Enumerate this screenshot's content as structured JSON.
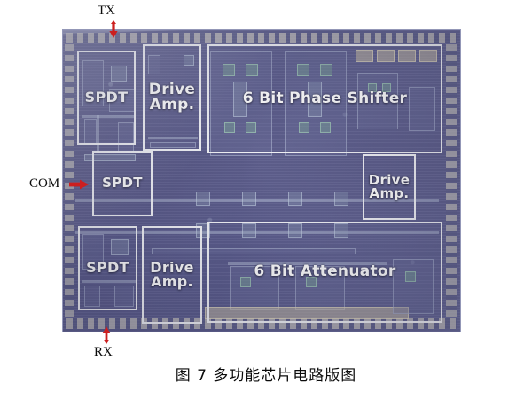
{
  "figure": {
    "caption": "图 7  多功能芯片电路版图",
    "image_kind": "die-micrograph",
    "colors": {
      "die_substrate": "#4e4f82",
      "region_outline": "#f2f3f7",
      "region_label": "#ffffff",
      "arrow": "#cc1f1f",
      "text": "#0b0b0b",
      "background": "#ffffff"
    }
  },
  "pins": [
    {
      "name": "tx",
      "label": "TX",
      "direction": "down",
      "arrow_icon": "arrow-down-icon"
    },
    {
      "name": "com",
      "label": "COM",
      "direction": "right",
      "arrow_icon": "arrow-right-icon"
    },
    {
      "name": "rx",
      "label": "RX",
      "direction": "up",
      "arrow_icon": "arrow-up-icon"
    }
  ],
  "regions": [
    {
      "id": "spdt-top",
      "label": "SPDT",
      "lines": [
        "SPDT"
      ],
      "font_size": 16
    },
    {
      "id": "drive-amp-top",
      "label": "Drive Amp.",
      "lines": [
        "Drive",
        "Amp."
      ],
      "font_size": 17
    },
    {
      "id": "phase-shifter",
      "label": "6 Bit Phase Shifter",
      "lines": [
        "6 Bit Phase Shifter"
      ],
      "font_size": 17
    },
    {
      "id": "spdt-mid",
      "label": "SPDT",
      "lines": [
        "SPDT"
      ],
      "font_size": 15
    },
    {
      "id": "drive-amp-right",
      "label": "Drive Amp.",
      "lines": [
        "Drive",
        "Amp."
      ],
      "font_size": 15
    },
    {
      "id": "spdt-bottom",
      "label": "SPDT",
      "lines": [
        "SPDT"
      ],
      "font_size": 16
    },
    {
      "id": "drive-amp-bottom",
      "label": "Drive Amp.",
      "lines": [
        "Drive",
        "Amp."
      ],
      "font_size": 16
    },
    {
      "id": "attenuator",
      "label": "6 Bit Attenuator",
      "lines": [
        "6 Bit Attenuator"
      ],
      "font_size": 17
    }
  ]
}
